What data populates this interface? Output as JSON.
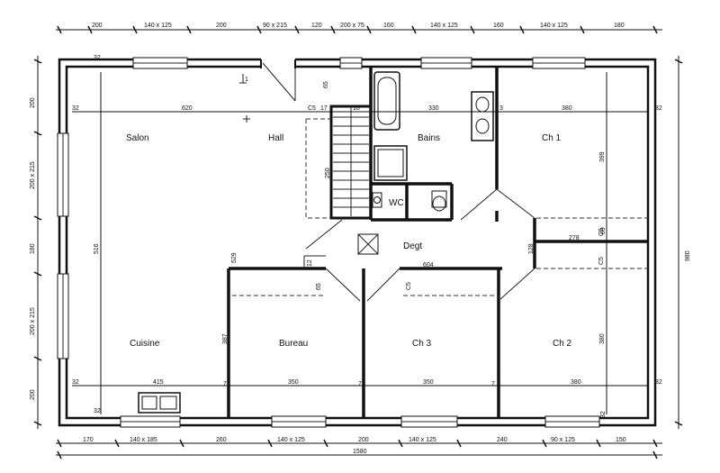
{
  "rooms": {
    "salon": "Salon",
    "hall": "Hall",
    "bains": "Bains",
    "ch1": "Ch 1",
    "wc": "WC",
    "degt": "Degt",
    "cuisine": "Cuisine",
    "bureau": "Bureau",
    "ch3": "Ch 3",
    "ch2": "Ch 2"
  },
  "dims_top": [
    "200",
    "140 x 125",
    "200",
    "90 x 215",
    "120",
    "200 x 75",
    "160",
    "140 x 125",
    "160",
    "140 x 125",
    "180"
  ],
  "dims_bottom": [
    "170",
    "140 x 185",
    "260",
    "140 x 125",
    "200",
    "140 x 125",
    "240",
    "90 x 125",
    "150"
  ],
  "total_bottom": "1580",
  "dims_left": [
    "200",
    "200 x 215",
    "180",
    "200 x 215",
    "200"
  ],
  "total_right": "980",
  "interior": {
    "d620": "620",
    "d330": "330",
    "d380a": "380",
    "d415": "415",
    "d350a": "350",
    "d350b": "350",
    "d380b": "380",
    "d516": "516",
    "d399": "399",
    "d387": "387",
    "d380c": "380",
    "d32a": "32",
    "d32b": "32",
    "d32c": "32",
    "d32d": "32",
    "d32e": "32",
    "d32f": "32",
    "d32g": "32",
    "d7a": "7",
    "d7b": "7",
    "d7c": "7",
    "d3": "3",
    "d10": "10",
    "d17": "17",
    "c5a": "C5",
    "c5b": "C5",
    "c5c": "C5",
    "c5d": "C5",
    "d65": "65",
    "d604": "604",
    "d278": "278",
    "d128": "128",
    "d529": "529",
    "d250": "250",
    "d65b": "65",
    "d12": "12",
    "d69": "69",
    "d1": "1"
  }
}
